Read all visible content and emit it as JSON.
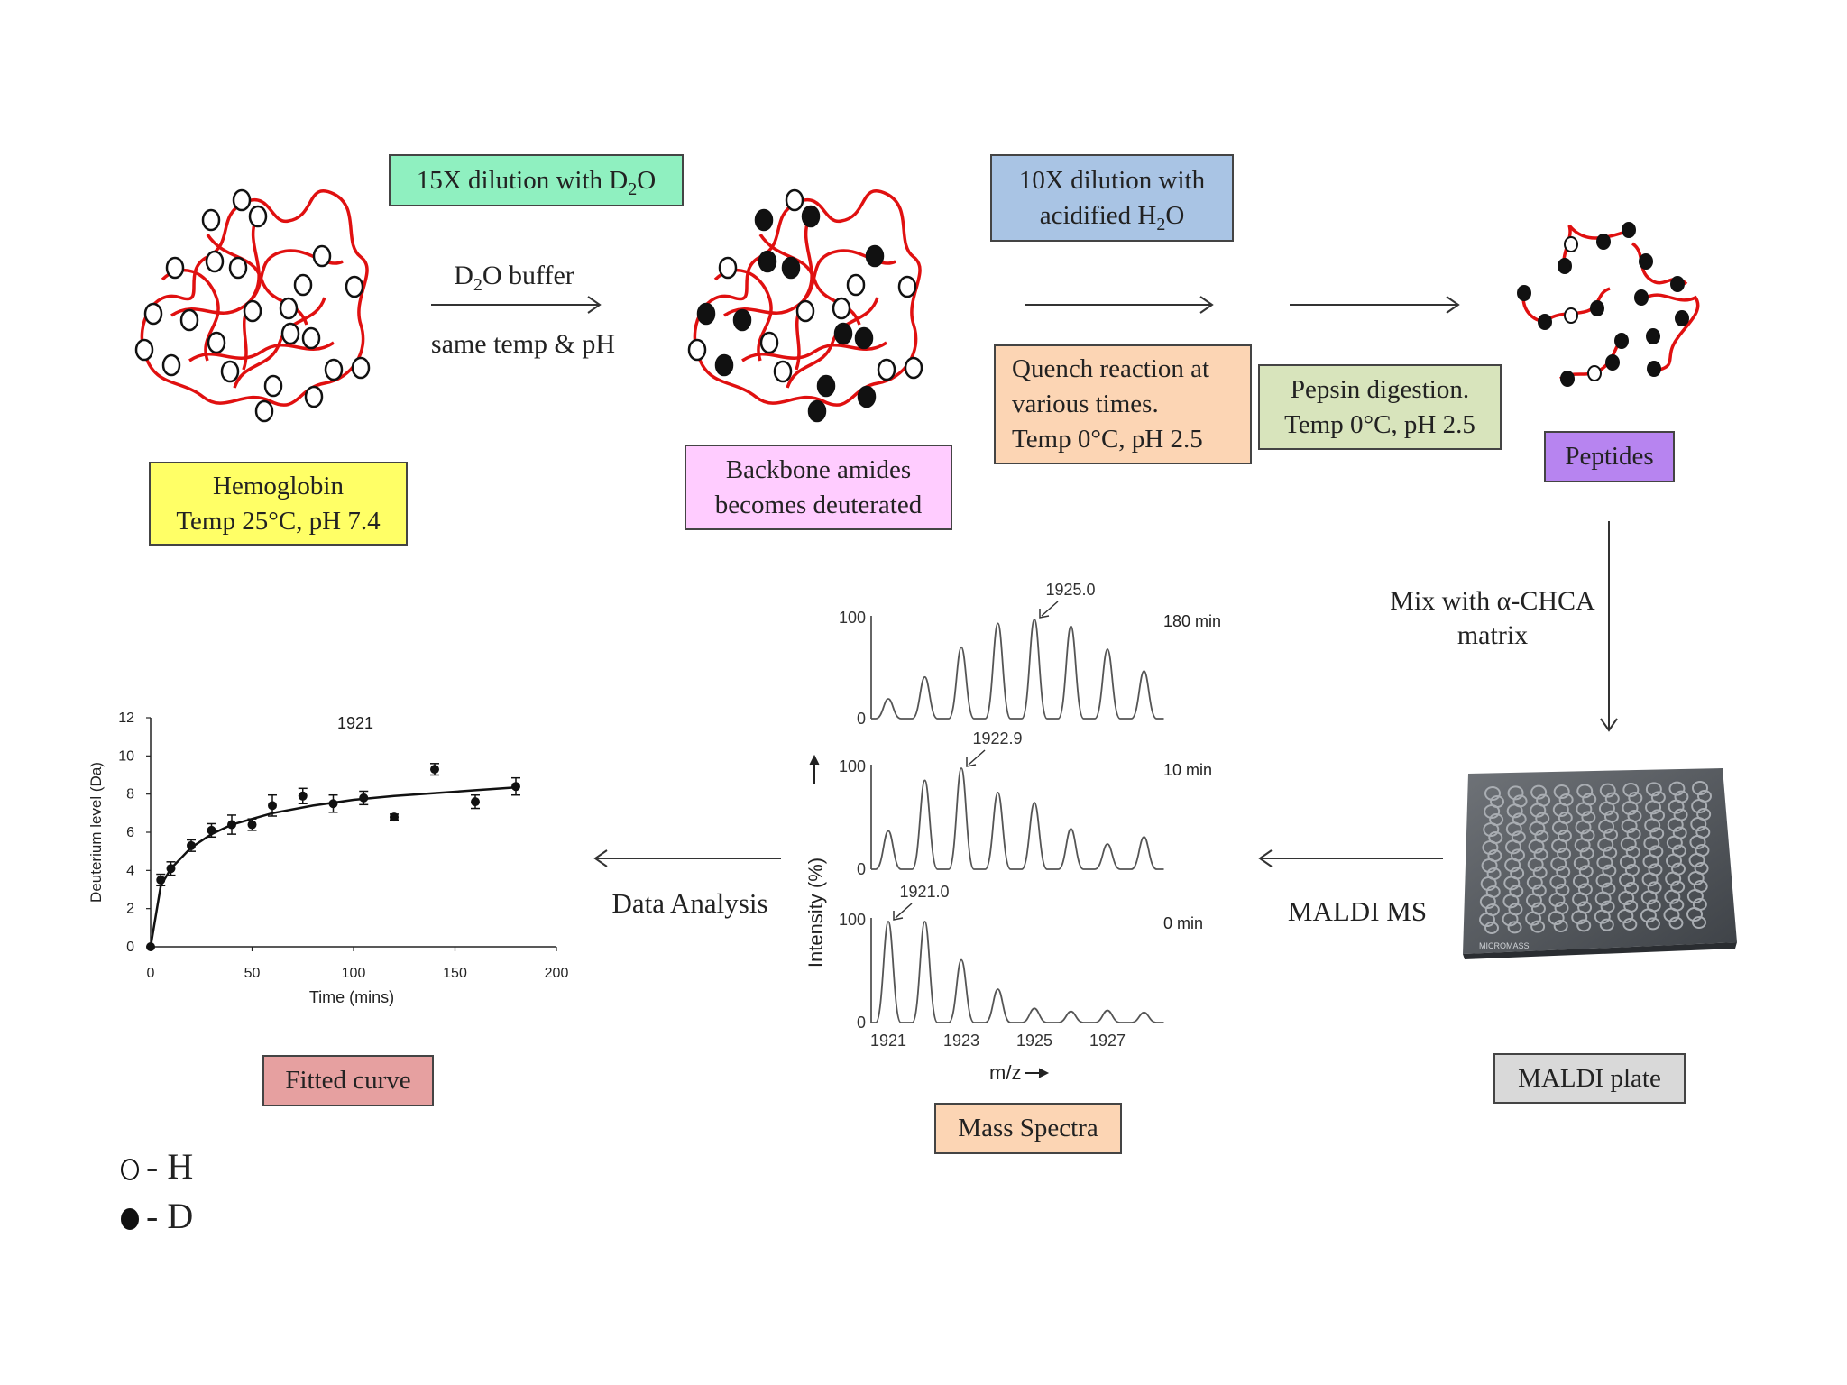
{
  "steps": {
    "dilution_d2o": {
      "pre": "15X dilution with D",
      "sub": "2",
      "post": "O",
      "color": "#8ff0c0"
    },
    "buffer": {
      "pre": "D",
      "sub": "2",
      "post": "O buffer",
      "line2": "same temp & pH"
    },
    "hemoglobin": {
      "line1": "Hemoglobin",
      "line2": "Temp 25°C, pH 7.4",
      "color": "#ffff66"
    },
    "deuterated": {
      "line1": "Backbone amides",
      "line2": "becomes deuterated",
      "color": "#ffccff"
    },
    "dilution_acid": {
      "line1": "10X dilution with",
      "line2pre": "acidified H",
      "sub": "2",
      "line2post": "O",
      "color": "#a9c4e4"
    },
    "quench": {
      "line1": "Quench reaction at",
      "line2": "various times.",
      "line3": "Temp 0°C, pH 2.5",
      "color": "#fcd5b4"
    },
    "pepsin": {
      "line1": "Pepsin digestion.",
      "line2": "Temp 0°C, pH 2.5",
      "color": "#d8e4bc"
    },
    "peptides": {
      "label": "Peptides",
      "color": "#b784f0"
    },
    "mix": {
      "line1": "Mix with α-CHCA",
      "line2": "matrix"
    },
    "maldi_ms": {
      "label": "MALDI MS"
    },
    "maldi_plate": {
      "label": "MALDI plate",
      "color": "#d9d9d9",
      "plate_text": "MICROMASS"
    },
    "data_analysis": {
      "label": "Data Analysis"
    },
    "mass_spectra": {
      "label": "Mass Spectra",
      "color": "#fcd5b4"
    },
    "fitted_curve": {
      "label": "Fitted curve",
      "color": "#e6a0a0"
    }
  },
  "spectra": {
    "y_label": "Intensity (%)",
    "x_label": "m/z",
    "x_ticks": [
      "1921",
      "1923",
      "1925",
      "1927"
    ],
    "panels": [
      {
        "time": "180 min",
        "peak_label": "1925.0",
        "y_top": "100",
        "y_bottom": "0",
        "heights": [
          0.2,
          0.42,
          0.72,
          0.96,
          1.0,
          0.93,
          0.7,
          0.48
        ]
      },
      {
        "time": "10 min",
        "peak_label": "1922.9",
        "y_top": "100",
        "y_bottom": "0",
        "heights": [
          0.38,
          0.88,
          1.0,
          0.76,
          0.66,
          0.4,
          0.25,
          0.32
        ]
      },
      {
        "time": "0 min",
        "peak_label": "1921.0",
        "y_top": "100",
        "y_bottom": "0",
        "heights": [
          1.0,
          1.0,
          0.62,
          0.33,
          0.14,
          0.11,
          0.12,
          0.1
        ]
      }
    ]
  },
  "chart_data": {
    "type": "scatter",
    "title": "1921",
    "xlabel": "Time (mins)",
    "ylabel": "Deuterium level (Da)",
    "xlim": [
      0,
      200
    ],
    "ylim": [
      0,
      12
    ],
    "x_ticks": [
      "0",
      "50",
      "100",
      "150",
      "200"
    ],
    "y_ticks": [
      "0",
      "2",
      "4",
      "6",
      "8",
      "10",
      "12"
    ],
    "points": [
      {
        "x": 0,
        "y": 0,
        "err": 0
      },
      {
        "x": 5,
        "y": 3.5,
        "err": 0.3
      },
      {
        "x": 10,
        "y": 4.1,
        "err": 0.35
      },
      {
        "x": 20,
        "y": 5.3,
        "err": 0.3
      },
      {
        "x": 30,
        "y": 6.1,
        "err": 0.35
      },
      {
        "x": 40,
        "y": 6.4,
        "err": 0.5
      },
      {
        "x": 50,
        "y": 6.4,
        "err": 0.3
      },
      {
        "x": 60,
        "y": 7.4,
        "err": 0.55
      },
      {
        "x": 75,
        "y": 7.9,
        "err": 0.4
      },
      {
        "x": 90,
        "y": 7.5,
        "err": 0.45
      },
      {
        "x": 105,
        "y": 7.8,
        "err": 0.35
      },
      {
        "x": 120,
        "y": 6.8,
        "err": 0.15
      },
      {
        "x": 140,
        "y": 9.3,
        "err": 0.3
      },
      {
        "x": 160,
        "y": 7.6,
        "err": 0.35
      },
      {
        "x": 180,
        "y": 8.4,
        "err": 0.45
      }
    ],
    "fit": [
      [
        0,
        0
      ],
      [
        5,
        3.2
      ],
      [
        10,
        4.1
      ],
      [
        20,
        5.2
      ],
      [
        30,
        5.9
      ],
      [
        40,
        6.4
      ],
      [
        60,
        7.0
      ],
      [
        80,
        7.4
      ],
      [
        100,
        7.7
      ],
      [
        120,
        7.9
      ],
      [
        140,
        8.05
      ],
      [
        160,
        8.2
      ],
      [
        180,
        8.35
      ]
    ]
  },
  "legend": [
    {
      "symbol": "open",
      "label": "- H"
    },
    {
      "symbol": "filled",
      "label": "- D"
    }
  ]
}
